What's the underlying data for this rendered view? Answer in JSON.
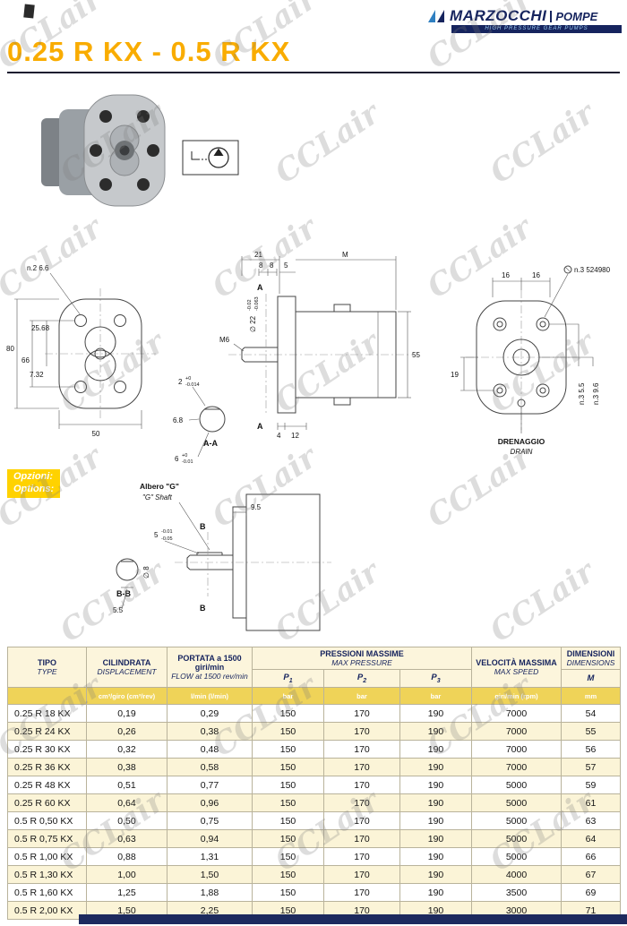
{
  "watermark": {
    "text": "CCLair"
  },
  "logo": {
    "brand": "MARZOCCHI",
    "brand2": "POMPE",
    "tagline": "HIGH PRESSURE GEAR PUMPS"
  },
  "page": {
    "title": "0.25 R KX - 0.5 R KX"
  },
  "options_label": {
    "it": "Opzioni:",
    "en": "Options:"
  },
  "drawings": {
    "front_view": {
      "holes": "n.2 6.6",
      "h80": "80",
      "h66": "66",
      "h2568": "25.68",
      "h732": "7.32",
      "w50": "50"
    },
    "section_view": {
      "d21": "21",
      "d8a": "8",
      "d8b": "8",
      "d5": "5",
      "dM": "M",
      "shaft_dia": "∅ 22",
      "shaft_tol1": "-0.02",
      "shaft_tol2": "-0.063",
      "m6": "M6",
      "mark_a1": "A",
      "mark_a2": "A",
      "h55": "55",
      "d4": "4",
      "d12": "12",
      "key2": "2",
      "key2_tol1": "+0",
      "key2_tol2": "-0.014",
      "k68": "6.8",
      "aa": "A-A",
      "key6": "6",
      "key6_tol1": "+0",
      "key6_tol2": "-0.01"
    },
    "rear_view": {
      "d16a": "16",
      "d16b": "16",
      "screws": "n.3 524980",
      "d19": "19",
      "n3_55": "n.3 5.5",
      "n3_96": "n.3 9.6",
      "drain_it": "DRENAGGIO",
      "drain_en": "DRAIN"
    },
    "shaft_g": {
      "label_it": "Albero \"G\"",
      "label_en": "\"G\" Shaft",
      "d95": "9.5",
      "d5": "5",
      "d5_tol1": "-0.01",
      "d5_tol2": "-0.05",
      "mark_b1": "B",
      "mark_b2": "B",
      "bb": "B-B",
      "dia8": "∅ 8",
      "d55": "5.5"
    }
  },
  "table": {
    "headers": {
      "tipo_it": "TIPO",
      "tipo_en": "TYPE",
      "cil_it": "CILINDRATA",
      "cil_en": "DISPLACEMENT",
      "portata_it": "PORTATA a 1500 giri/min",
      "portata_en": "FLOW at 1500 rev/min",
      "press_it": "PRESSIONI MASSIME",
      "press_en": "MAX PRESSURE",
      "vel_it": "VELOCITÀ MASSIMA",
      "vel_en": "MAX SPEED",
      "dim_it": "DIMENSIONI",
      "dim_en": "DIMENSIONS",
      "m": "M"
    },
    "p_cols": [
      {
        "base": "P",
        "sub": "1"
      },
      {
        "base": "P",
        "sub": "2"
      },
      {
        "base": "P",
        "sub": "3"
      }
    ],
    "units": {
      "displacement": "cm³/giro (cm³/rev)",
      "flow": "l/min (l/min)",
      "p1": "bar",
      "p2": "bar",
      "p3": "bar",
      "speed": "giri/min (rpm)",
      "m": "mm"
    },
    "rows": [
      {
        "type": "0.25 R 18 KX",
        "displacement": "0,19",
        "flow": "0,29",
        "p1": "150",
        "p2": "170",
        "p3": "190",
        "speed": "7000",
        "m": "54"
      },
      {
        "type": "0.25 R 24 KX",
        "displacement": "0,26",
        "flow": "0,38",
        "p1": "150",
        "p2": "170",
        "p3": "190",
        "speed": "7000",
        "m": "55"
      },
      {
        "type": "0.25 R 30 KX",
        "displacement": "0,32",
        "flow": "0,48",
        "p1": "150",
        "p2": "170",
        "p3": "190",
        "speed": "7000",
        "m": "56"
      },
      {
        "type": "0.25 R 36 KX",
        "displacement": "0,38",
        "flow": "0,58",
        "p1": "150",
        "p2": "170",
        "p3": "190",
        "speed": "7000",
        "m": "57"
      },
      {
        "type": "0.25 R 48 KX",
        "displacement": "0,51",
        "flow": "0,77",
        "p1": "150",
        "p2": "170",
        "p3": "190",
        "speed": "5000",
        "m": "59"
      },
      {
        "type": "0.25 R 60 KX",
        "displacement": "0,64",
        "flow": "0,96",
        "p1": "150",
        "p2": "170",
        "p3": "190",
        "speed": "5000",
        "m": "61"
      },
      {
        "type": "0.5 R 0,50 KX",
        "displacement": "0,50",
        "flow": "0,75",
        "p1": "150",
        "p2": "170",
        "p3": "190",
        "speed": "5000",
        "m": "63"
      },
      {
        "type": "0.5 R 0,75 KX",
        "displacement": "0,63",
        "flow": "0,94",
        "p1": "150",
        "p2": "170",
        "p3": "190",
        "speed": "5000",
        "m": "64"
      },
      {
        "type": "0.5 R 1,00 KX",
        "displacement": "0,88",
        "flow": "1,31",
        "p1": "150",
        "p2": "170",
        "p3": "190",
        "speed": "5000",
        "m": "66"
      },
      {
        "type": "0.5 R 1,30 KX",
        "displacement": "1,00",
        "flow": "1,50",
        "p1": "150",
        "p2": "170",
        "p3": "190",
        "speed": "4000",
        "m": "67"
      },
      {
        "type": "0.5 R 1,60 KX",
        "displacement": "1,25",
        "flow": "1,88",
        "p1": "150",
        "p2": "170",
        "p3": "190",
        "speed": "3500",
        "m": "69"
      },
      {
        "type": "0.5 R 2,00 KX",
        "displacement": "1,50",
        "flow": "2,25",
        "p1": "150",
        "p2": "170",
        "p3": "190",
        "speed": "3000",
        "m": "71"
      }
    ]
  }
}
